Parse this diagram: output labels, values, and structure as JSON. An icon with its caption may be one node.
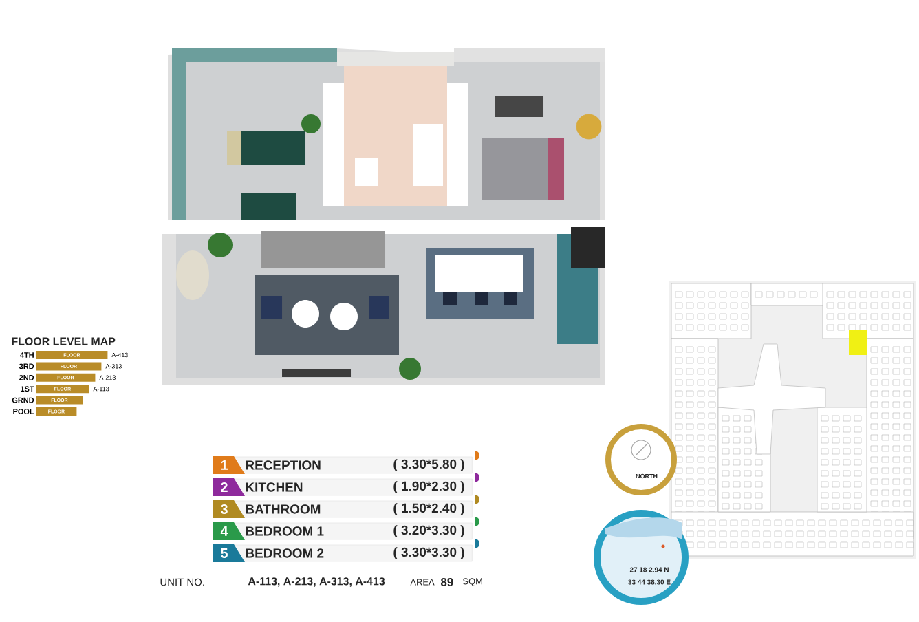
{
  "diagram": {
    "nodes": [
      {
        "text": [
          "FLOOR"
        ],
        "beside": [
          "4TH",
          "A-413"
        ]
      },
      {
        "text": [
          "FLOOR"
        ],
        "beside": [
          "3RD",
          "A-313"
        ]
      },
      {
        "text": [
          "FLOOR"
        ],
        "beside": [
          "2ND",
          "A-213"
        ]
      },
      {
        "text": [
          "FLOOR"
        ],
        "beside": [
          "1ST",
          "A-113"
        ]
      },
      {
        "text": [
          "FLOOR"
        ],
        "beside": [
          "GRND"
        ]
      },
      {
        "text": [
          "FLOOR"
        ],
        "beside": [
          "POOL"
        ]
      },
      {
        "text": [
          "1",
          "RECEPTION",
          "( 3.30*5.80 )"
        ]
      },
      {
        "text": [
          "2",
          "KITCHEN",
          "( 1.90*2.30 )"
        ]
      },
      {
        "text": [
          "3",
          "BATHROOM",
          "( 1.50*2.40 )"
        ]
      },
      {
        "text": [
          "4",
          "BEDROOM 1",
          "( 3.20*3.30 )"
        ]
      },
      {
        "text": [
          "5",
          "BEDROOM 2",
          "( 3.30*3.30 )"
        ]
      }
    ],
    "labels": [
      "FLOOR LEVEL MAP",
      "NORTH",
      "27 18 2.94 N",
      "33 44 38.30 E",
      "UNIT NO.",
      "A-113, A-213, A-313, A-413",
      "AREA",
      "89",
      "SQM"
    ]
  }
}
